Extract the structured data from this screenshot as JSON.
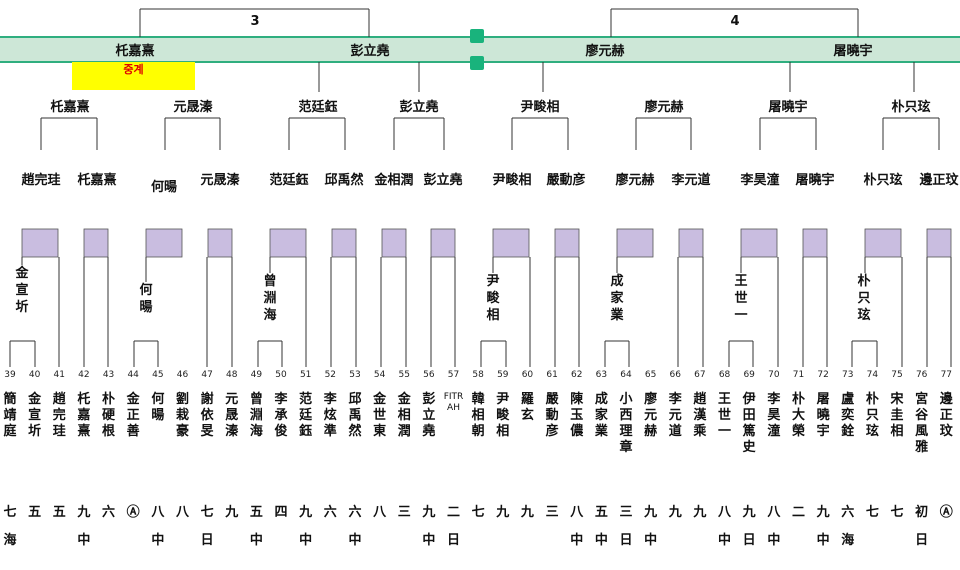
{
  "match_numbers": [
    "3",
    "4"
  ],
  "relay_label": "중계",
  "finalists": [
    "杔嘉熹",
    "彭立堯",
    "廖元赫",
    "屠曉宇"
  ],
  "quarterfinal_winners": [
    "杔嘉熹",
    "元晟溱",
    "范廷鈺",
    "彭立堯",
    "尹畯相",
    "廖元赫",
    "屠曉宇",
    "朴只玹"
  ],
  "round3_winners": [
    "趙完珪",
    "杔嘉熹",
    "何暘",
    "元晟溱",
    "范廷鈺",
    "邱禹然",
    "金相潤",
    "彭立堯",
    "尹畯相",
    "嚴動彦",
    "廖元赫",
    "李元道",
    "李昊潼",
    "屠曉宇",
    "朴只玹",
    "邊正玟"
  ],
  "round2_winners": [
    "金宣圻",
    "何暘",
    "曾淵海",
    "尹畯相",
    "成家業",
    "王世一",
    "朴只玹"
  ],
  "seats": [
    {
      "num": "39",
      "name": "簡靖庭",
      "rank": "七",
      "rank2": "海"
    },
    {
      "num": "40",
      "name": "金宣圻",
      "rank": "五",
      "rank2": ""
    },
    {
      "num": "41",
      "name": "趙完珪",
      "rank": "五",
      "rank2": ""
    },
    {
      "num": "42",
      "name": "杔嘉熹",
      "rank": "九",
      "rank2": "中"
    },
    {
      "num": "43",
      "name": "朴硬根",
      "rank": "六",
      "rank2": ""
    },
    {
      "num": "44",
      "name": "金正善",
      "rank": "Ⓐ",
      "rank2": ""
    },
    {
      "num": "45",
      "name": "何暘",
      "rank": "八",
      "rank2": "中"
    },
    {
      "num": "46",
      "name": "劉栽豪",
      "rank": "八",
      "rank2": ""
    },
    {
      "num": "47",
      "name": "謝依旻",
      "rank": "七",
      "rank2": "日"
    },
    {
      "num": "48",
      "name": "元晟溱",
      "rank": "九",
      "rank2": ""
    },
    {
      "num": "49",
      "name": "曾淵海",
      "rank": "五",
      "rank2": "中"
    },
    {
      "num": "50",
      "name": "李承俊",
      "rank": "四",
      "rank2": ""
    },
    {
      "num": "51",
      "name": "范廷鈺",
      "rank": "九",
      "rank2": "中"
    },
    {
      "num": "52",
      "name": "李炫準",
      "rank": "六",
      "rank2": ""
    },
    {
      "num": "53",
      "name": "邱禹然",
      "rank": "六",
      "rank2": "中"
    },
    {
      "num": "54",
      "name": "金世東",
      "rank": "八",
      "rank2": ""
    },
    {
      "num": "55",
      "name": "金相潤",
      "rank": "三",
      "rank2": ""
    },
    {
      "num": "56",
      "name": "彭立堯",
      "rank": "九",
      "rank2": "中"
    },
    {
      "num": "57",
      "name": "FITRAH",
      "rank": "二",
      "rank2": "日"
    },
    {
      "num": "58",
      "name": "韓相朝",
      "rank": "七",
      "rank2": ""
    },
    {
      "num": "59",
      "name": "尹畯相",
      "rank": "九",
      "rank2": ""
    },
    {
      "num": "60",
      "name": "羅玄",
      "rank": "九",
      "rank2": ""
    },
    {
      "num": "61",
      "name": "嚴動彦",
      "rank": "三",
      "rank2": ""
    },
    {
      "num": "62",
      "name": "陳玉儂",
      "rank": "八",
      "rank2": "中"
    },
    {
      "num": "63",
      "name": "成家業",
      "rank": "五",
      "rank2": "中"
    },
    {
      "num": "64",
      "name": "小西理章",
      "rank": "三",
      "rank2": "日"
    },
    {
      "num": "65",
      "name": "廖元赫",
      "rank": "九",
      "rank2": "中"
    },
    {
      "num": "66",
      "name": "李元道",
      "rank": "九",
      "rank2": ""
    },
    {
      "num": "67",
      "name": "趙漢乘",
      "rank": "九",
      "rank2": ""
    },
    {
      "num": "68",
      "name": "王世一",
      "rank": "八",
      "rank2": "中"
    },
    {
      "num": "69",
      "name": "伊田篤史",
      "rank": "九",
      "rank2": "日"
    },
    {
      "num": "70",
      "name": "李昊潼",
      "rank": "八",
      "rank2": "中"
    },
    {
      "num": "71",
      "name": "朴大榮",
      "rank": "二",
      "rank2": ""
    },
    {
      "num": "72",
      "name": "屠曉宇",
      "rank": "九",
      "rank2": "中"
    },
    {
      "num": "73",
      "name": "盧奕銓",
      "rank": "六",
      "rank2": "海"
    },
    {
      "num": "74",
      "name": "朴只玹",
      "rank": "七",
      "rank2": ""
    },
    {
      "num": "75",
      "name": "宋圭相",
      "rank": "七",
      "rank2": ""
    },
    {
      "num": "76",
      "name": "宮谷風雅",
      "rank": "初",
      "rank2": "日"
    },
    {
      "num": "77",
      "name": "邊正玟",
      "rank": "Ⓐ",
      "rank2": ""
    }
  ],
  "colors": {
    "header_band": "#cde7d7",
    "header_line": "#2fae7f",
    "green_marker": "#19b37c",
    "lavender": "#c9bde0",
    "relay_bg": "#ffff00",
    "relay_text": "#dd0000"
  }
}
